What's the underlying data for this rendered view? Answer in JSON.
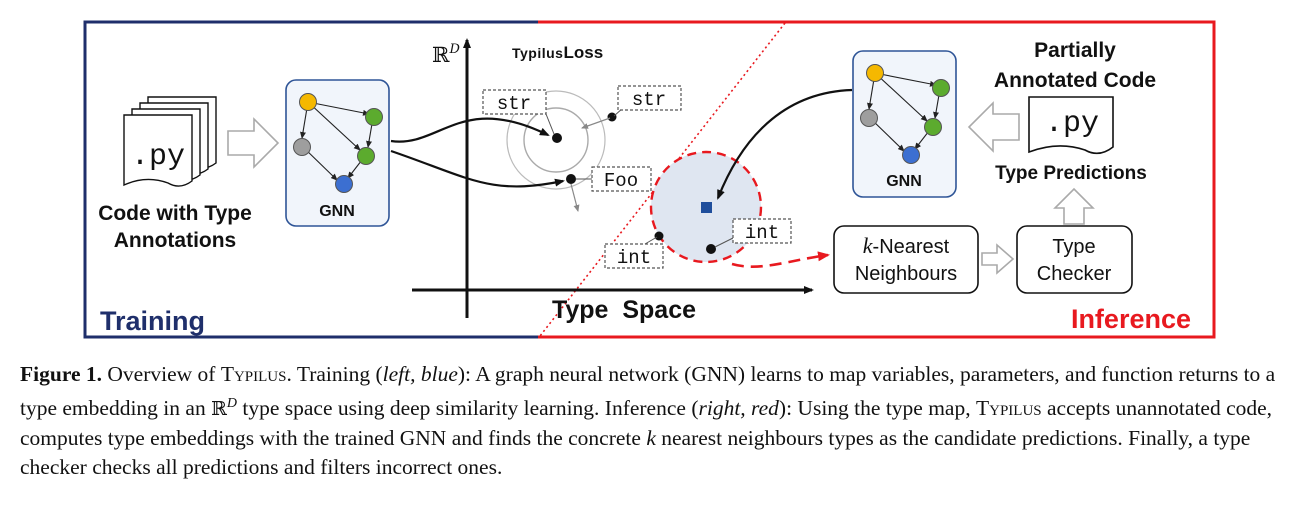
{
  "diagram": {
    "training": {
      "panel_label": "Training",
      "file_label": ".py",
      "caption_line1": "Code with Type",
      "caption_line2": "Annotations",
      "gnn_label": "GNN"
    },
    "space": {
      "y_axis_label": "ℝ",
      "y_axis_sup": "D",
      "loss_label_sc": "Typilus",
      "loss_label_rest": "Loss",
      "x_axis_label": "Type  Space",
      "tags": {
        "str_left": "str",
        "str_right": "str",
        "foo": "Foo",
        "int_left": "int",
        "int_right": "int"
      }
    },
    "inference": {
      "panel_label": "Inference",
      "code_line1": "Partially",
      "code_line2": "Annotated Code",
      "file_label": ".py",
      "gnn_label": "GNN",
      "predictions_label": "Type Predictions",
      "knn_italic": "k",
      "knn_line1_rest": "-Nearest",
      "knn_line2": "Neighbours",
      "checker_line1": "Type",
      "checker_line2": "Checker"
    },
    "colors": {
      "training": "#1f2f6b",
      "inference": "#e8191f",
      "node_yellow": "#f5b800",
      "node_green": "#5cab2e",
      "node_gray": "#9e9e9e",
      "node_blue": "#3c6fd1",
      "panel_fill": "#f1f5fb",
      "panel_stroke": "#2f5597",
      "query_marker": "#1f4e9c",
      "knn_region": "#dfe6f1"
    }
  },
  "caption": {
    "fig_label": "Figure 1.",
    "seg1": " Overview of ",
    "typilus": "Typilus",
    "seg2": ". Training (",
    "left_blue": "left, blue",
    "seg3": "): A graph neural network (GNN) learns to map variables, parameters, and function returns to a type embedding in an ",
    "rd": "ℝ",
    "rd_sup": "D",
    "seg4": " type space using deep similarity learning. Inference (",
    "right_red": "right, red",
    "seg5": "): Using the type map, ",
    "typilus2": "Typilus",
    "seg6": " accepts unannotated code, computes type embeddings with the trained GNN and finds the concrete ",
    "k": "k",
    "seg7": " nearest neighbours types as the candidate predictions. Finally, a type checker checks all predictions and filters incorrect ones."
  }
}
